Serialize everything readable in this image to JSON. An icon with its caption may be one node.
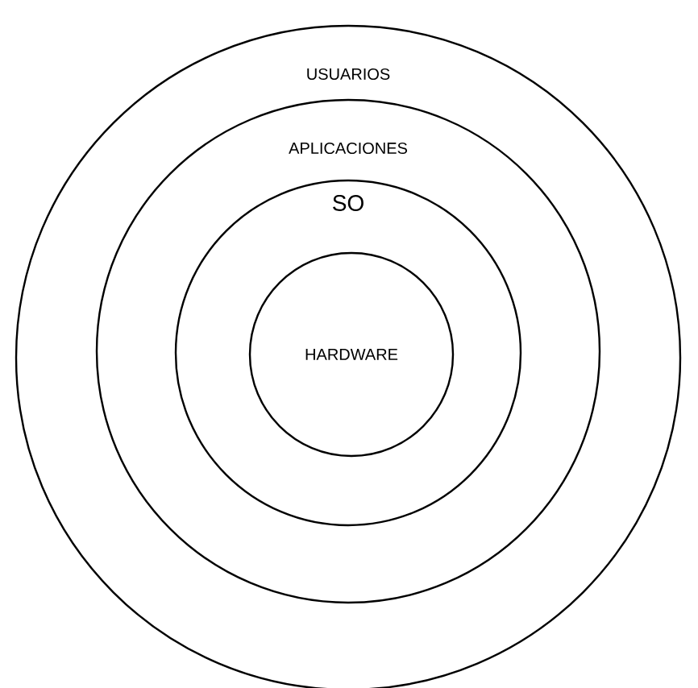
{
  "diagram": {
    "nodes": [
      {
        "text": [
          "USUARIOS"
        ]
      },
      {
        "text": [
          "APLICACIONES"
        ],
        "in": 0
      },
      {
        "text": [
          "SO"
        ],
        "in": 1
      },
      {
        "text": [
          "HARDWARE"
        ],
        "in": 2
      }
    ]
  }
}
